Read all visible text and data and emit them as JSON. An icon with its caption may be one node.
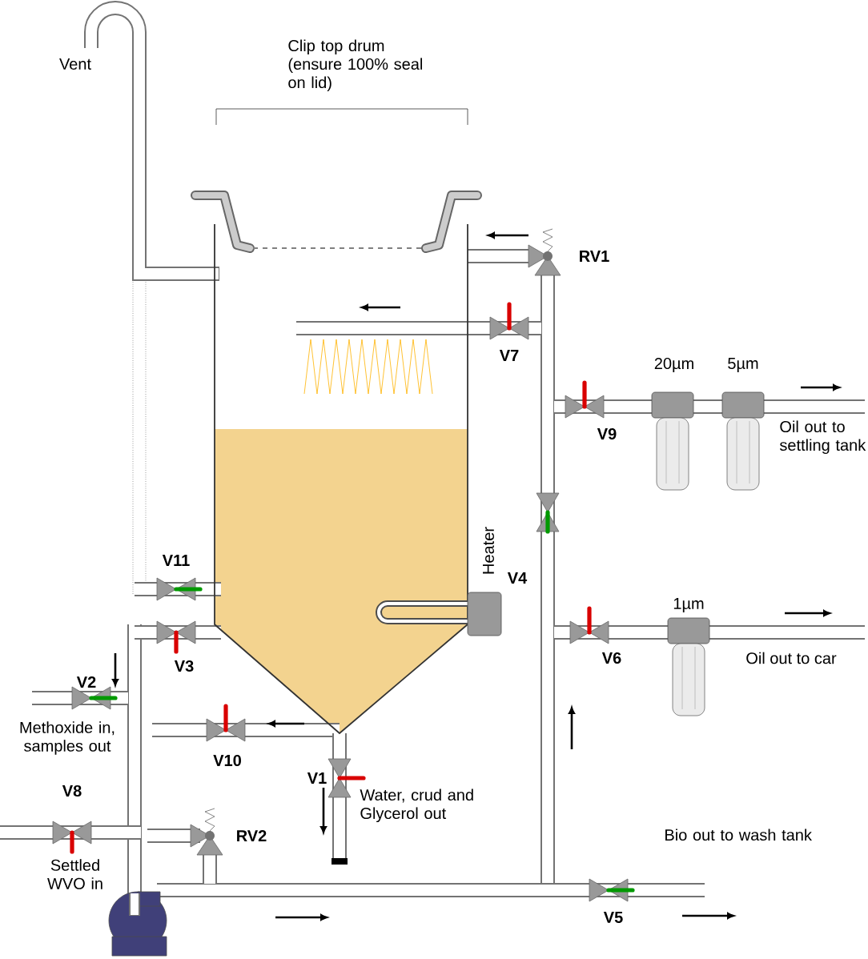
{
  "diagram": {
    "labels": [
      "Vent",
      "Clip top drum (ensure 100% seal on lid)",
      "RV1",
      "V7",
      "20µm",
      "5µm",
      "V9",
      "Oil out to settling tank",
      "Heater",
      "V4",
      "V11",
      "V3",
      "V2",
      "1µm",
      "V6",
      "Oil out to car",
      "Methoxide in, samples out",
      "V10",
      "V1",
      "V8",
      "Water, crud and Glycerol out",
      "Settled WVO in",
      "RV2",
      "Bio out to wash tank",
      "V5"
    ]
  }
}
